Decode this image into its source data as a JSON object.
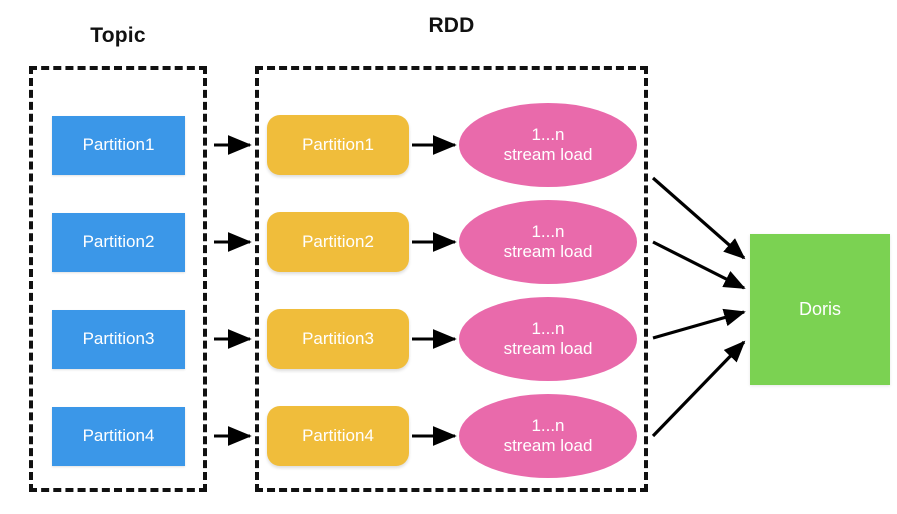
{
  "diagram": {
    "type": "flow-diagram",
    "background_color": "#ffffff",
    "groups": [
      {
        "id": "topic",
        "title": "Topic",
        "border_style": "dashed",
        "border_color": "#111111",
        "nodes": [
          {
            "label": "Partition1"
          },
          {
            "label": "Partition2"
          },
          {
            "label": "Partition3"
          },
          {
            "label": "Partition4"
          }
        ]
      },
      {
        "id": "rdd",
        "title": "RDD",
        "border_style": "dashed",
        "border_color": "#111111",
        "partitions": [
          {
            "label": "Partition1"
          },
          {
            "label": "Partition2"
          },
          {
            "label": "Partition3"
          },
          {
            "label": "Partition4"
          }
        ],
        "loaders": [
          {
            "line1": "1...n",
            "line2": "stream load"
          },
          {
            "line1": "1...n",
            "line2": "stream load"
          },
          {
            "line1": "1...n",
            "line2": "stream load"
          },
          {
            "line1": "1...n",
            "line2": "stream load"
          }
        ]
      }
    ],
    "sink": {
      "label": "Doris"
    },
    "colors": {
      "topic_partition": "#3b97e8",
      "rdd_partition": "#f0bd3b",
      "stream_load": "#e96aab",
      "sink": "#7bd252",
      "arrow": "#000000",
      "text_on_shape": "#ffffff",
      "title": "#111111"
    }
  }
}
